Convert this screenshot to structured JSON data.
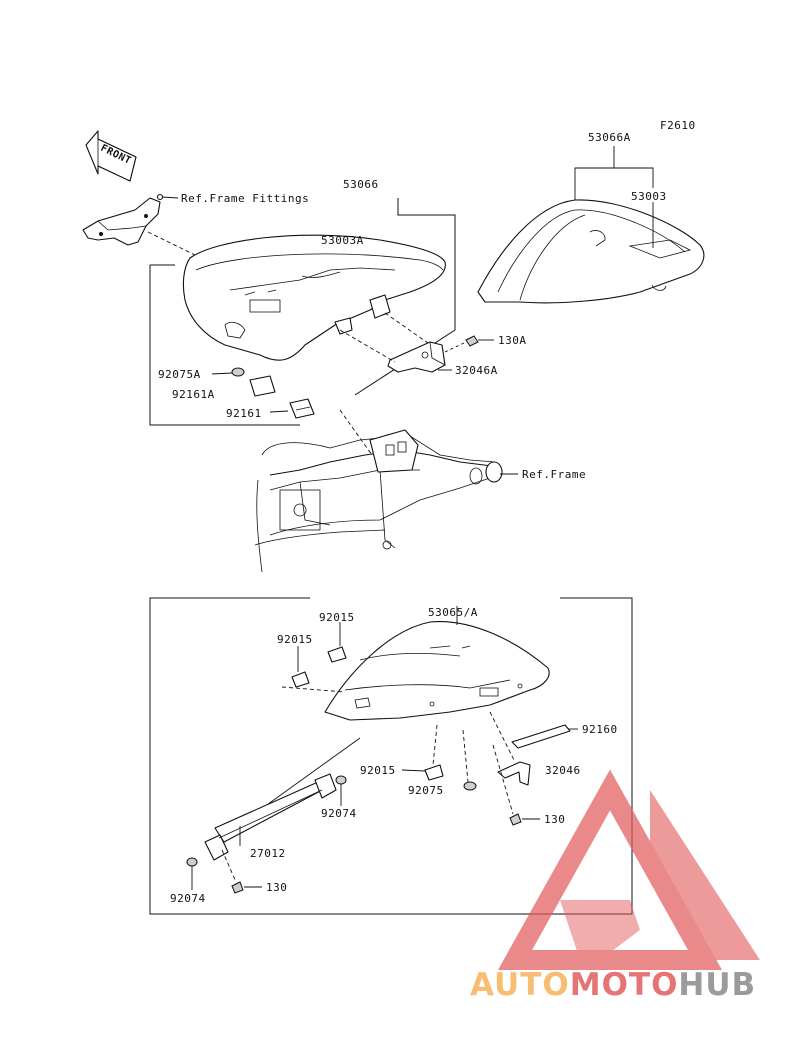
{
  "diagram_code": "F2610",
  "front_label": "FRONT",
  "labels": {
    "ref_frame_fittings": "Ref.Frame Fittings",
    "seat_assy_front": "53066",
    "seat_front": "53003A",
    "seat_assy_rear": "53066A",
    "seat_rear": "53003",
    "bolt_130a": "130A",
    "bracket_32046a": "32046A",
    "damper_92075a": "92075A",
    "pad_92161a": "92161A",
    "pad_92161": "92161",
    "ref_frame": "Ref.Frame",
    "cover_53065a": "53065/A",
    "clip_92015_top": "92015",
    "clip_92015_left": "92015",
    "pad_92160": "92160",
    "bracket_32046": "32046",
    "clip_92015_bottom": "92015",
    "damper_92075": "92075",
    "bolt_130_right": "130",
    "damper_92074_right": "92074",
    "hinge_27012": "27012",
    "damper_92074_left": "92074",
    "bolt_130_left": "130"
  },
  "watermark": {
    "part1": "AUTO",
    "part2": "MOTO",
    "part3": "HUB",
    "color1": "#f6b25a",
    "color2": "#e25c5c",
    "color3": "#8a8a8a",
    "logo_color": "#e25c5c"
  }
}
